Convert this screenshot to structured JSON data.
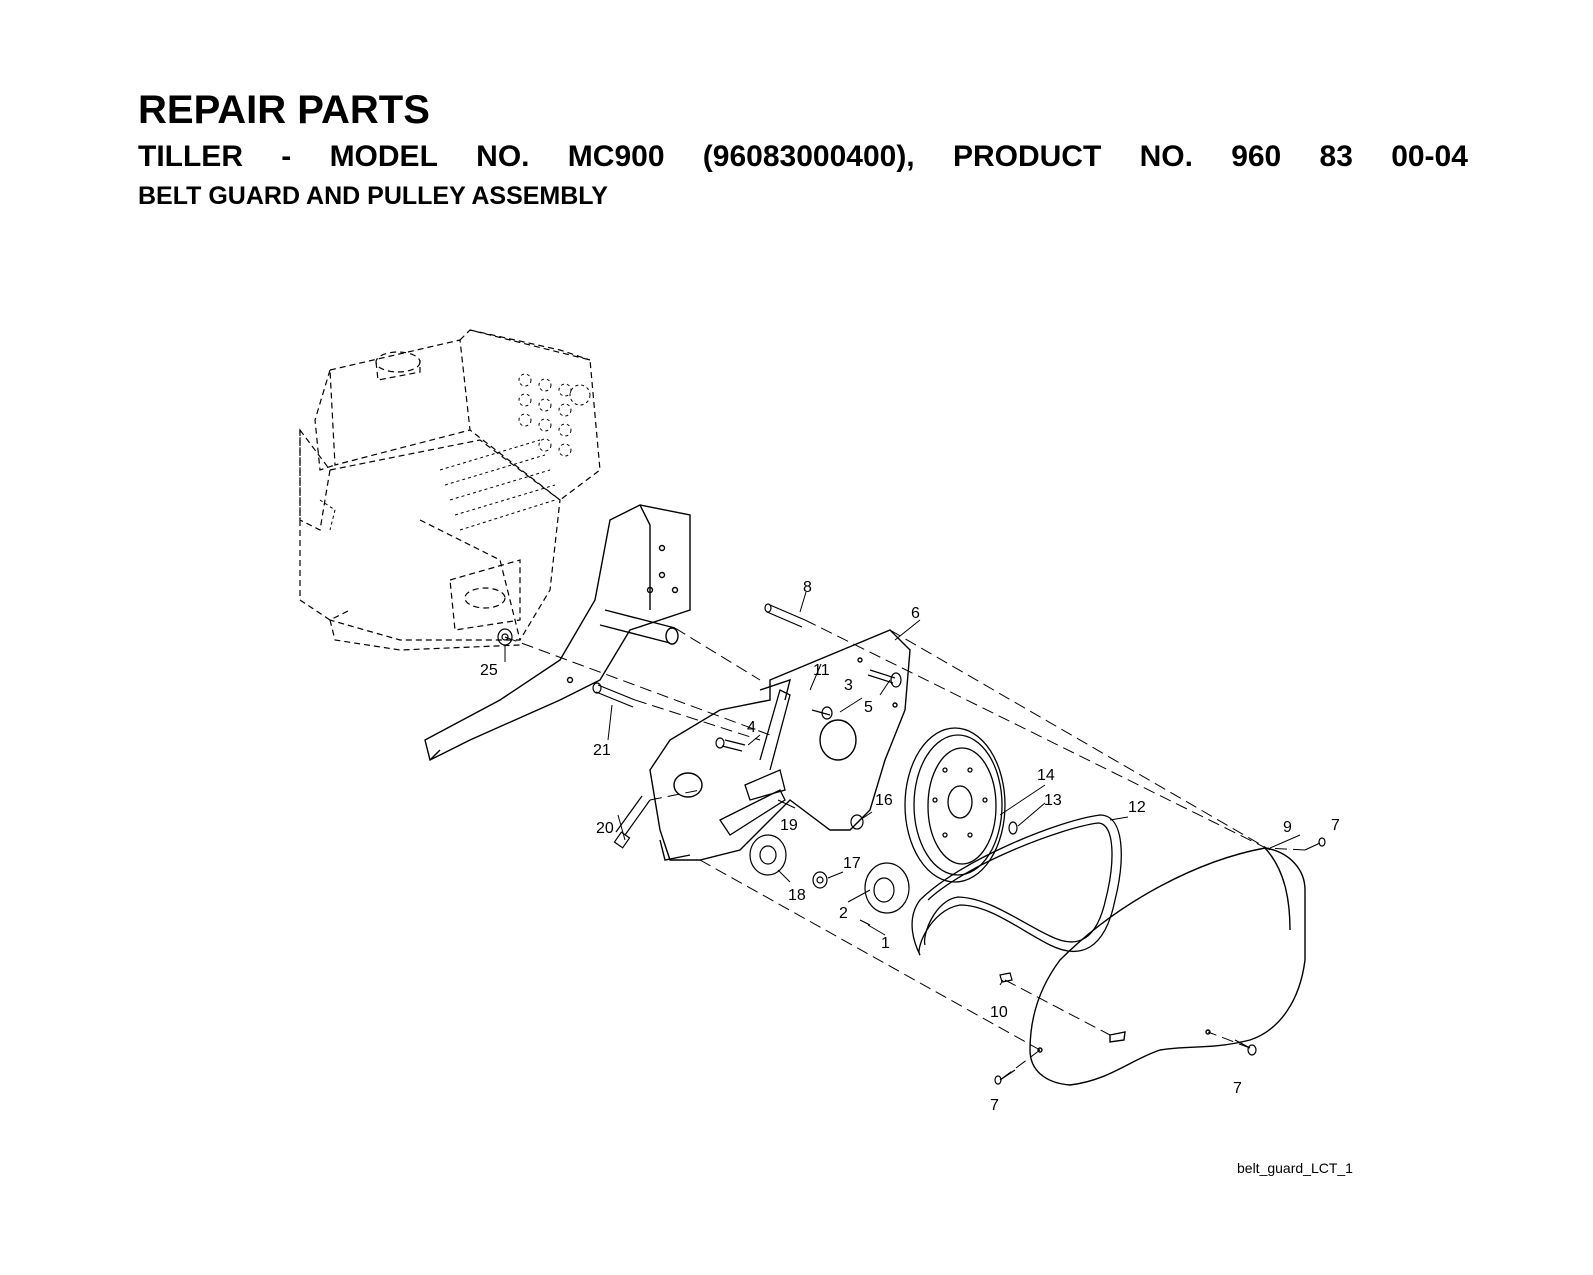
{
  "header": {
    "title": "REPAIR PARTS",
    "subtitle_words": [
      "TILLER",
      "-",
      "MODEL",
      "NO.",
      "MC900",
      "(96083000400),",
      "PRODUCT",
      "NO.",
      "960",
      "83",
      "00-04"
    ],
    "section": "BELT GUARD AND PULLEY ASSEMBLY"
  },
  "callouts": [
    "1",
    "2",
    "3",
    "4",
    "5",
    "6",
    "7",
    "8",
    "9",
    "10",
    "11",
    "12",
    "13",
    "14",
    "16",
    "17",
    "18",
    "19",
    "20",
    "21",
    "25"
  ],
  "footer": {
    "drawing_id": "belt_guard_LCT_1"
  }
}
